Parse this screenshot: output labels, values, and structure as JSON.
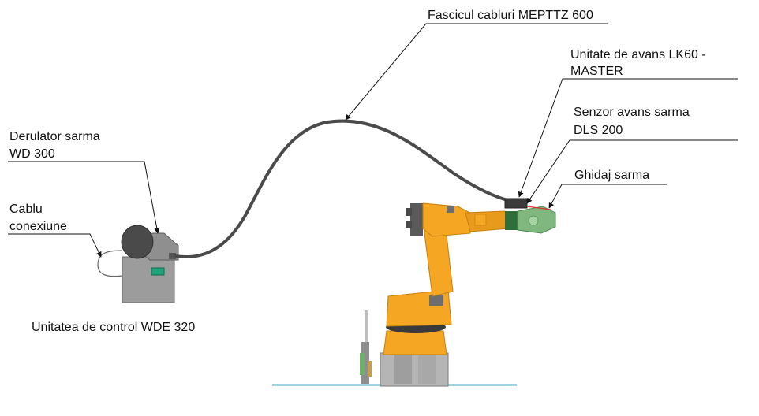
{
  "labels": {
    "cable_bundle": "Fascicul cabluri MEPTTZ 600",
    "feed_unit_line1": "Unitate de avans LK60 -",
    "feed_unit_line2": "MASTER",
    "wire_sensor_line1": "Senzor avans sarma",
    "wire_sensor_line2": "DLS 200",
    "wire_guide": "Ghidaj sarma",
    "wire_unwinder_line1": "Derulator sarma",
    "wire_unwinder_line2": "WD 300",
    "connection_cable_line1": "Cablu",
    "connection_cable_line2": "conexiune",
    "control_unit": "Unitatea de control WDE 320"
  },
  "colors": {
    "robot": "#F5A623",
    "robot_dark": "#D98A0F",
    "base_gray": "#B5B5B5",
    "dark_gray": "#5C5C5C",
    "cable": "#4A4A4A",
    "unit_gray": "#9C9C9C",
    "display": "#1FA37A",
    "torch_green": "#7FB77E"
  }
}
